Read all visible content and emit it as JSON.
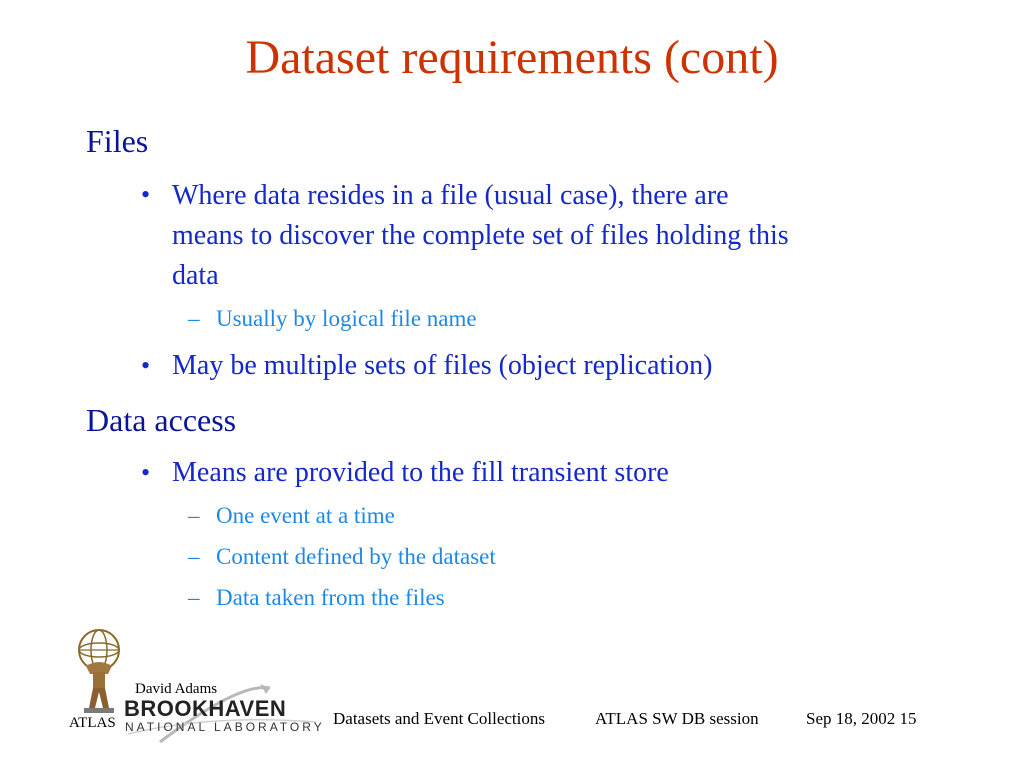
{
  "title": "Dataset requirements (cont)",
  "sections": [
    {
      "heading": "Files",
      "bullets": [
        {
          "lines": [
            "Where data resides in a file (usual case), there are",
            "means to discover the complete set of files holding this",
            "data"
          ],
          "subs": [
            "Usually by logical file name"
          ]
        },
        {
          "lines": [
            "May be multiple sets of files (object replication)"
          ],
          "subs": []
        }
      ]
    },
    {
      "heading": "Data access",
      "bullets": [
        {
          "lines": [
            "Means are provided to the fill transient store"
          ],
          "subs": [
            "One event at a time",
            "Content defined by the dataset",
            "Data taken from the files"
          ]
        }
      ]
    }
  ],
  "footer": {
    "author": "David Adams",
    "atlas_label": "ATLAS",
    "lab_name_top": "BROOKHAVEN",
    "lab_name_bottom": "NATIONAL LABORATORY",
    "topic": "Datasets and Event Collections",
    "session": "ATLAS SW DB session",
    "date_page": "Sep 18, 2002 15"
  },
  "icons": [
    "atlas-globe-logo-icon",
    "brookhaven-swoosh-icon"
  ],
  "colors": {
    "title": "#cc3300",
    "level1": "#0a1496",
    "level2": "#1528c8",
    "level3": "#1e88e5"
  }
}
